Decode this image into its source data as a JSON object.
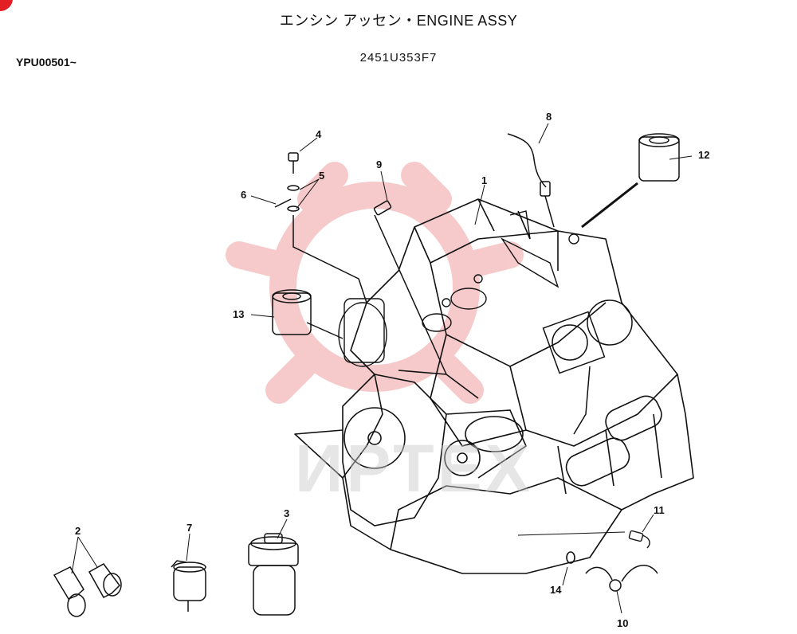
{
  "header": {
    "title": "エンシン アッセン・ENGINE ASSY",
    "serial_range": "YPU00501~",
    "part_number": "2451U353F7"
  },
  "callouts": [
    "1",
    "2",
    "3",
    "4",
    "5",
    "6",
    "7",
    "8",
    "9",
    "10",
    "11",
    "12",
    "13",
    "14"
  ],
  "watermark": {
    "text": "ИРТЕХ",
    "color": "#e31e24"
  },
  "colors": {
    "line": "#111111",
    "accent": "#e31e24"
  }
}
